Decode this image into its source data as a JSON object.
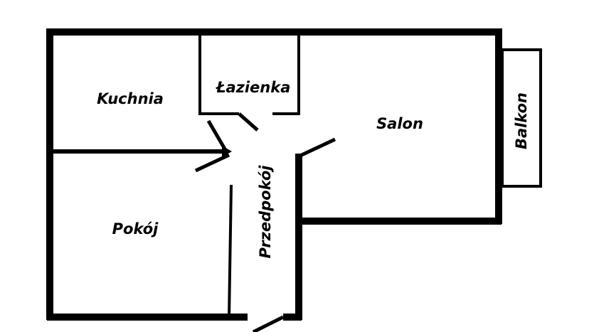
{
  "rooms": {
    "kitchen": "Kuchnia",
    "bathroom": "Łazienka",
    "living_room": "Salon",
    "balcony": "Balkon",
    "bedroom": "Pokój",
    "hallway": "Przedpokój"
  },
  "colors": {
    "wall": "#000000",
    "background": "#ffffff"
  }
}
